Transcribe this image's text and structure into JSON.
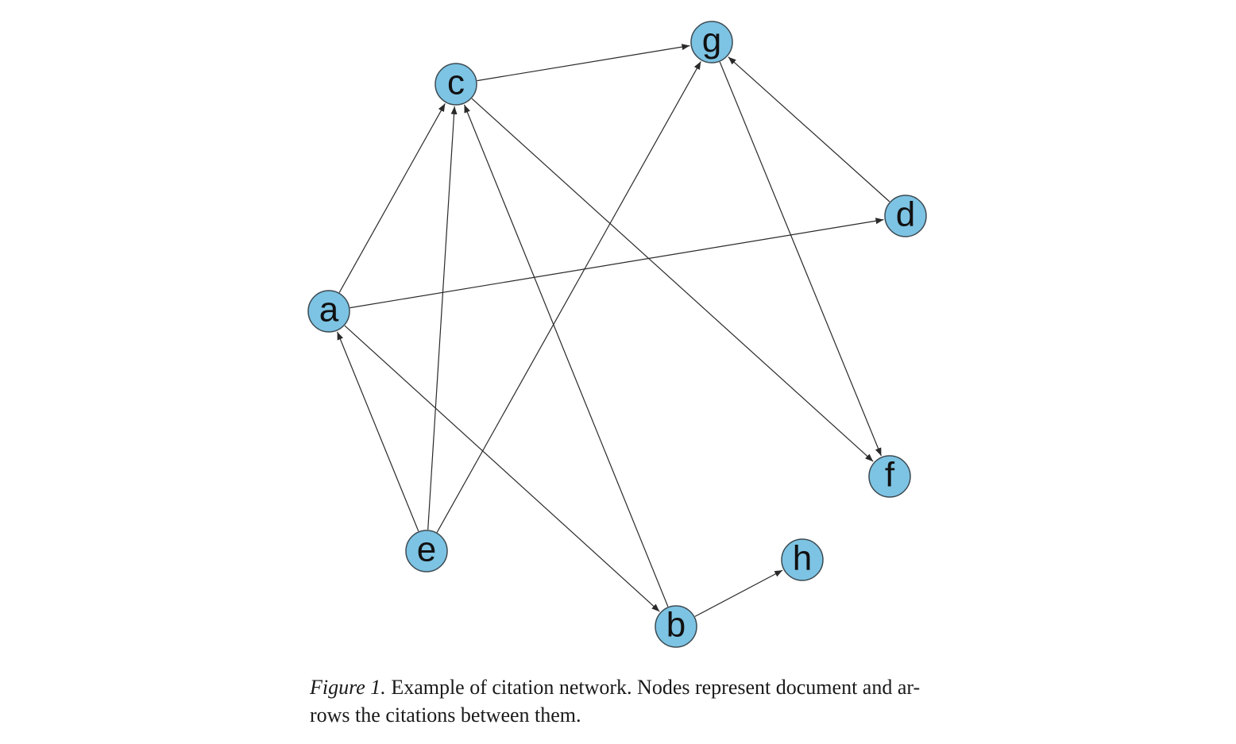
{
  "figure": {
    "caption_label": "Figure 1.",
    "caption_line1": "Example of citation network. Nodes represent document and ar-",
    "caption_line2": "rows the citations between them.",
    "colors": {
      "node_fill": "#7dc3e3",
      "node_stroke": "#3c4a52",
      "edge": "#2a2a2a"
    }
  },
  "diagram": {
    "nodes": [
      "a",
      "b",
      "c",
      "d",
      "e",
      "f",
      "g",
      "h"
    ],
    "edges": [
      {
        "from": "a",
        "to": "c"
      },
      {
        "from": "a",
        "to": "d"
      },
      {
        "from": "a",
        "to": "b"
      },
      {
        "from": "c",
        "to": "g"
      },
      {
        "from": "c",
        "to": "f"
      },
      {
        "from": "d",
        "to": "g"
      },
      {
        "from": "g",
        "to": "f"
      },
      {
        "from": "e",
        "to": "a"
      },
      {
        "from": "e",
        "to": "c"
      },
      {
        "from": "e",
        "to": "g"
      },
      {
        "from": "b",
        "to": "c"
      },
      {
        "from": "b",
        "to": "h"
      }
    ]
  }
}
